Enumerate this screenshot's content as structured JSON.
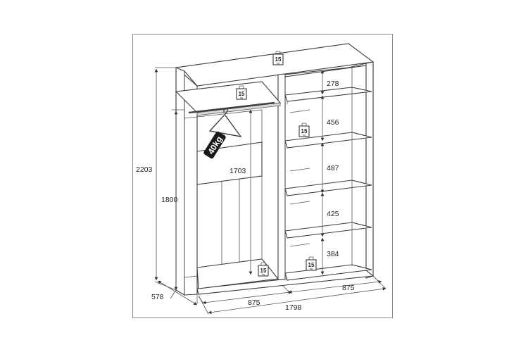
{
  "dimensions": {
    "height_total": "2203",
    "height_rail": "1800",
    "depth": "578",
    "width_total": "1798",
    "width_left": "875",
    "width_right": "875",
    "hanging_height": "1703",
    "shelf_1": "278",
    "shelf_2": "456",
    "shelf_3": "487",
    "shelf_4": "425",
    "shelf_5": "384"
  },
  "load_badges": {
    "top": {
      "value": "15",
      "unit": "kg"
    },
    "left_shelf": {
      "value": "15",
      "unit": "kg"
    },
    "right_shelf": {
      "value": "15",
      "unit": "kg"
    },
    "left_bottom": {
      "value": "15",
      "unit": "kg"
    },
    "right_bottom": {
      "value": "15",
      "unit": "kg"
    }
  },
  "rail_load": "40kg"
}
